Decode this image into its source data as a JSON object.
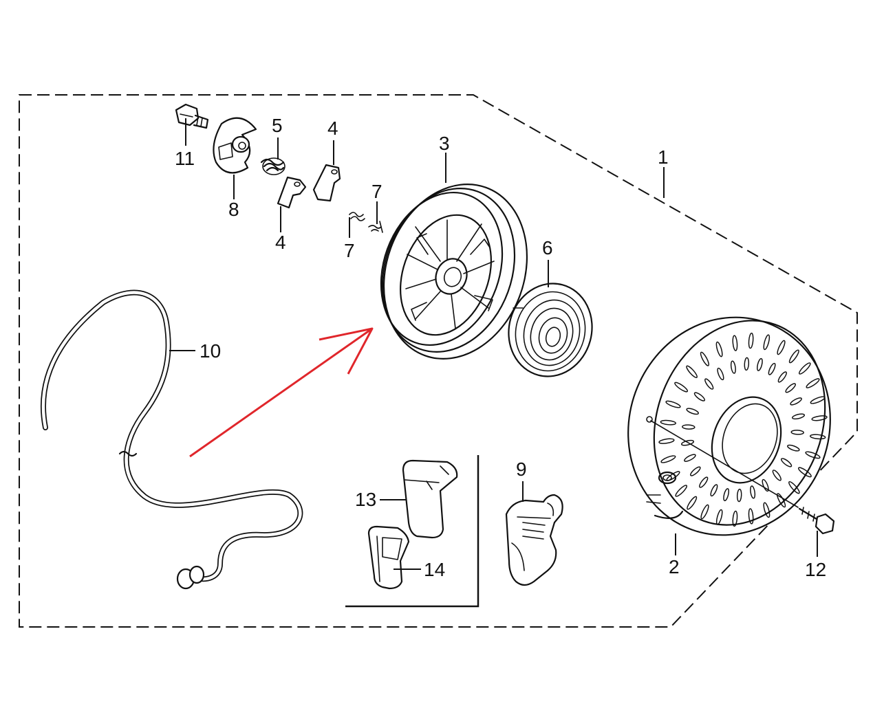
{
  "diagram": {
    "colors": {
      "ink": "#111111",
      "arrow": "#e0262b",
      "background": "#ffffff"
    },
    "callouts": [
      {
        "id": "c1",
        "text": "1"
      },
      {
        "id": "c2",
        "text": "2"
      },
      {
        "id": "c3",
        "text": "3"
      },
      {
        "id": "c4a",
        "text": "4"
      },
      {
        "id": "c4b",
        "text": "4"
      },
      {
        "id": "c5",
        "text": "5"
      },
      {
        "id": "c6",
        "text": "6"
      },
      {
        "id": "c7a",
        "text": "7"
      },
      {
        "id": "c7b",
        "text": "7"
      },
      {
        "id": "c8",
        "text": "8"
      },
      {
        "id": "c9",
        "text": "9"
      },
      {
        "id": "c10",
        "text": "10"
      },
      {
        "id": "c11",
        "text": "11"
      },
      {
        "id": "c12",
        "text": "12"
      },
      {
        "id": "c13",
        "text": "13"
      },
      {
        "id": "c14",
        "text": "14"
      }
    ]
  }
}
